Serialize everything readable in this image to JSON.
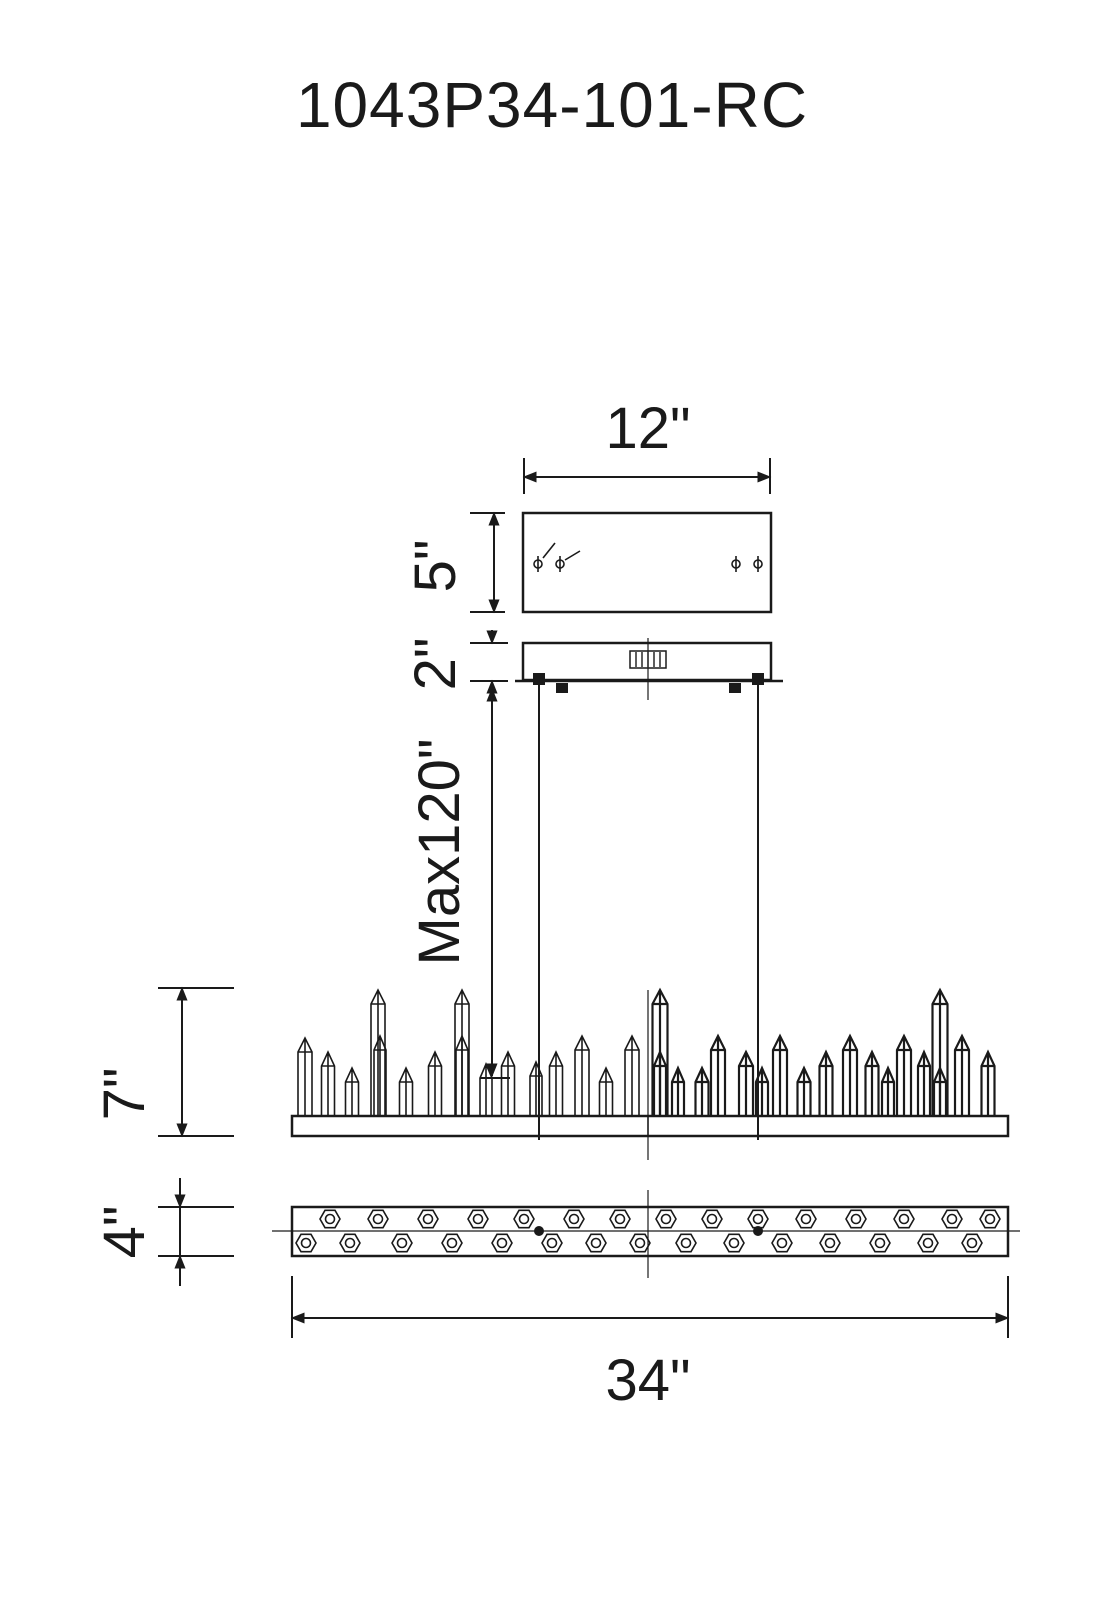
{
  "model": "1043P34-101-RC",
  "dimensions": {
    "canopy_width": "12\"",
    "canopy_height": "5\"",
    "canopy_depth": "2\"",
    "max_drop": "Max120\"",
    "fixture_height": "7\"",
    "fixture_depth": "4\"",
    "fixture_width": "34\""
  },
  "colors": {
    "line": "#1a1a1a",
    "background": "#ffffff"
  }
}
